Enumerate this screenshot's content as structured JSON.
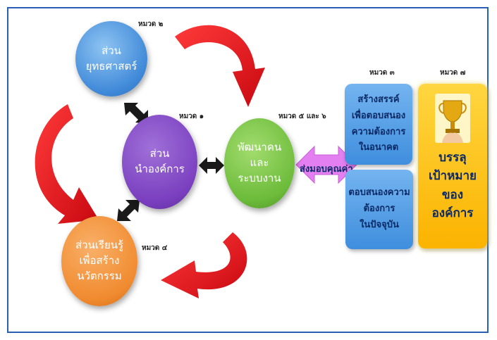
{
  "labels": {
    "hm2": "หมวด ๒",
    "hm1": "หมวด ๑",
    "hm56": "หมวด ๕ และ ๖",
    "hm4": "หมวด ๔",
    "hm3": "หมวด ๓",
    "hm7": "หมวด ๗"
  },
  "circles": {
    "strategy": [
      "ส่วน",
      "ยุทธศาสตร์"
    ],
    "leadership": [
      "ส่วน",
      "นำองค์การ"
    ],
    "develop": [
      "พัฒนาคน",
      "และ",
      "ระบบงาน"
    ],
    "learning": [
      "ส่วนเรียนรู้",
      "เพื่อสร้าง",
      "นวัตกรรม"
    ]
  },
  "deliver_value": "ส่งมอบคุณค่า",
  "boxes": {
    "future": [
      "สร้างสรรค์",
      "เพื่อตอบสนอง",
      "ความต้องการ",
      "ในอนาคต"
    ],
    "current": [
      "ตอบสนองความ",
      "ต้องการ",
      "ในปัจจุบัน"
    ]
  },
  "goal": [
    "บรรลุ",
    "เป้าหมาย",
    "ของ",
    "องค์การ"
  ],
  "colors": {
    "frame": "#2b5fb4",
    "cycle_arrow": "#e8101a",
    "double_arrow": "#1a1a1a",
    "deliver_arrow": "#e37ff0",
    "blue_circle": "#3e88d8",
    "purple_circle": "#7a3fbf",
    "green_circle": "#6cbb3a",
    "orange_circle": "#f08a2f",
    "goal_box": "#fbb300"
  }
}
